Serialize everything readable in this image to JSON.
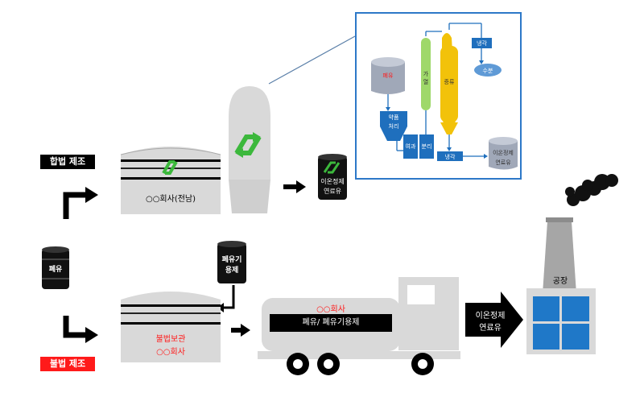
{
  "labels": {
    "legal": "합법 제조",
    "illegal": "불법 제조",
    "waste_oil": "폐유",
    "tank_upper": "○○회사(전남)",
    "fuel_barrel_line1": "이온정제",
    "fuel_barrel_line2": "연료유",
    "solvent_barrel_line1": "폐유기",
    "solvent_barrel_line2": "용제",
    "tank_lower_line1": "불법보관",
    "tank_lower_line2": "○○회사",
    "truck_company": "○○회사",
    "truck_cargo": "폐유/ 폐유기용제",
    "arrow_line1": "이온정제",
    "arrow_line2": "연료유",
    "factory": "공장"
  },
  "inset": {
    "waste_oil": "폐유",
    "chem_treat_1": "약품",
    "chem_treat_2": "처리",
    "filter": "여과",
    "heat": "가열",
    "separate": "분리",
    "distill": "증류",
    "cool_top": "냉각",
    "recover": "수분",
    "cool_bottom": "냉각",
    "product_1": "이온정제",
    "product_2": "연료유"
  },
  "colors": {
    "tank_gray": "#d9d9d9",
    "recycle_green": "#3cb83c",
    "inset_blue": "#1f6fbd",
    "inset_border": "#2d78c8",
    "distill_yellow": "#f2c20a",
    "heat_green": "#9fd86a",
    "window_blue": "#1f78c8",
    "warn_red": "#ff1a1a"
  }
}
